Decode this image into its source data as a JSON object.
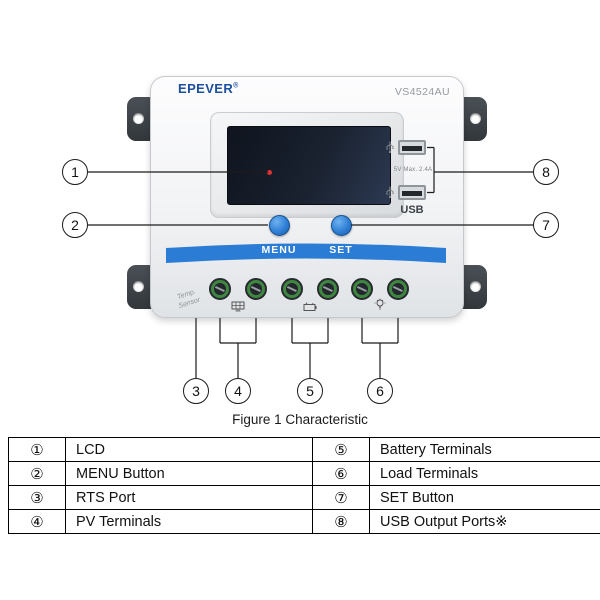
{
  "device": {
    "brand": "EPEVER",
    "reg_mark": "®",
    "model": "VS4524AU",
    "menu_label": "MENU",
    "set_label": "SET",
    "usb_label": "USB",
    "usb_spec": "5V  Max. 2.4A",
    "temp_sensor": "Temp.\nSensor"
  },
  "callouts": {
    "lcd": "1",
    "menu": "2",
    "rts": "3",
    "pv": "4",
    "battery": "5",
    "load": "6",
    "set": "7",
    "usb": "8"
  },
  "icons": {
    "pv": "solar-panel-icon",
    "battery": "battery-icon",
    "load": "lamp-icon",
    "usb": "usb-trident-icon"
  },
  "colors": {
    "brand_blue": "#1d4f9e",
    "band_blue": "#2a7cd5",
    "button_blue": "#2f7fd6",
    "terminal_green": "#3f8741",
    "lcd_dark": "#141a26"
  },
  "caption": "Figure 1 Characteristic",
  "legend_table": {
    "rows": [
      {
        "num_left": "①",
        "desc_left": "LCD",
        "num_right": "⑤",
        "desc_right": "Battery Terminals"
      },
      {
        "num_left": "②",
        "desc_left": "MENU Button",
        "num_right": "⑥",
        "desc_right": "Load Terminals"
      },
      {
        "num_left": "③",
        "desc_left": "RTS Port",
        "num_right": "⑦",
        "desc_right": "SET Button"
      },
      {
        "num_left": "④",
        "desc_left": "PV Terminals",
        "num_right": "⑧",
        "desc_right": "USB Output Ports※"
      }
    ]
  }
}
